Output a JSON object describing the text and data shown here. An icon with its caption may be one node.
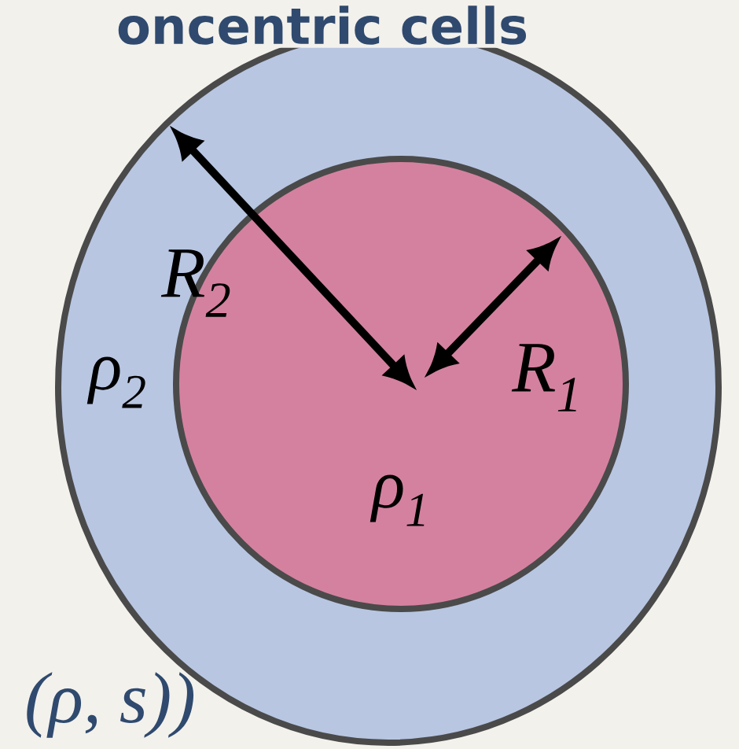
{
  "diagram": {
    "title": "oncentric cells",
    "nodes": [
      {
        "text": [
          "ρ$_{2}$"
        ]
      },
      {
        "text": [
          "ρ$_{1}$"
        ],
        "in": 0
      }
    ],
    "labels": [
      "R$_{2}$",
      "R$_{1}$",
      "(ρ, s))"
    ]
  }
}
